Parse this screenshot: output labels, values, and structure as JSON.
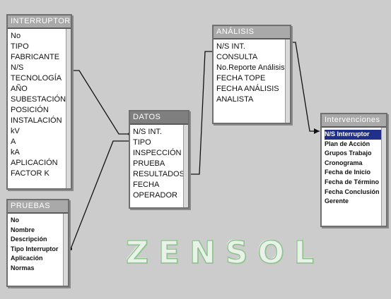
{
  "tables": {
    "interruptor": {
      "title": "INTERRUPTOR",
      "fields": [
        "No",
        "TIPO",
        "FABRICANTE",
        "N/S",
        "TECNOLOGÍA",
        "AÑO",
        "SUBESTACIÓN",
        "POSICIÓN",
        "INSTALACIÓN",
        "kV",
        "A",
        "kA",
        "APLICACIÓN",
        "FACTOR K"
      ]
    },
    "pruebas": {
      "title": "PRUEBAS",
      "fields": [
        "No",
        "Nombre",
        "Descripción",
        "Tipo Interruptor",
        "Aplicación",
        "Normas"
      ]
    },
    "datos": {
      "title": "DATOS",
      "fields": [
        "N/S INT.",
        "TIPO",
        "INSPECCIÓN",
        "PRUEBA",
        "RESULTADOS",
        "FECHA",
        "OPERADOR"
      ]
    },
    "analisis": {
      "title": "ANÁLISIS",
      "fields": [
        "N/S INT.",
        "CONSULTA",
        "No.Reporte Análisis",
        "FECHA TOPE",
        "FECHA ANÁLISIS",
        "ANALISTA"
      ]
    },
    "intervenciones": {
      "title": "Intervenciones",
      "fields": [
        "N/S Interruptor",
        "Plan de Acción",
        "Grupos Trabajo",
        "Cronograma",
        "Fecha de Inicio",
        "Fecha de Término",
        "Fecha Conclusión",
        "Gerente"
      ]
    }
  },
  "logo": "ZENSOL",
  "colors": {
    "background": "#cccccc",
    "header": "#a9a9a9",
    "selected_row": "#1f2f8a",
    "logo": "#8fc18f"
  }
}
